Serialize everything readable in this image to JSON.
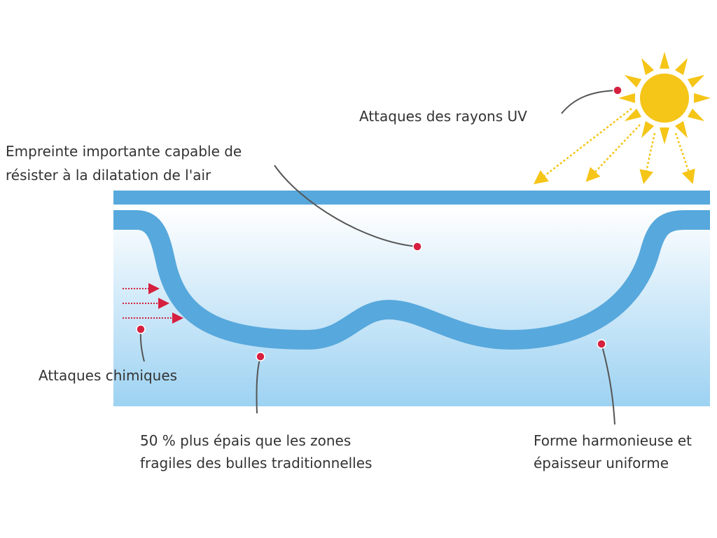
{
  "labels": {
    "uv": "Attaques des rayons UV",
    "imprint": [
      "Empreinte importante capable de",
      "résister à la dilatation de l'air"
    ],
    "chemical": "Attaques chimiques",
    "thicker": [
      "50 % plus épais que les zones",
      "fragiles des bulles traditionnelles"
    ],
    "shape": [
      "Forme harmonieuse et",
      "épaisseur uniforme"
    ]
  },
  "colors": {
    "film": "#57a8dc",
    "water_top": "#ffffff",
    "water_bottom": "#9dd2f2",
    "marker": "#d6203f",
    "sun": "#f5c518",
    "leader": "#555555"
  }
}
